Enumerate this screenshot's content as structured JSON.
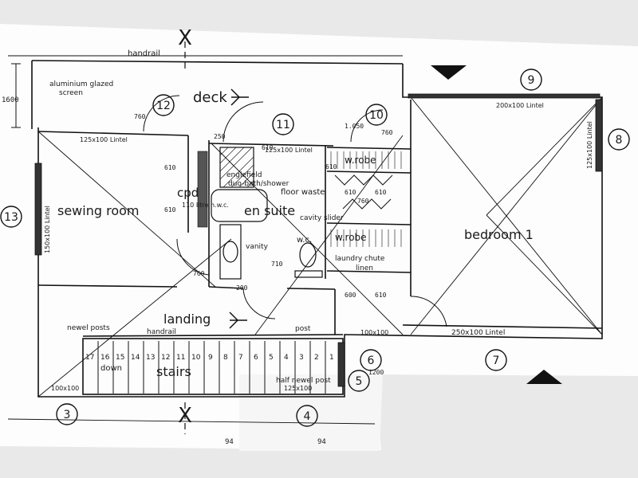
{
  "rooms": {
    "deck": "deck",
    "sewing_room": "sewing room",
    "en_suite": "en suite",
    "bedroom_1": "bedroom 1",
    "landing": "landing",
    "stairs": "stairs",
    "cpd": "cpd",
    "wc": "w.c."
  },
  "fixtures": {
    "wrobe_top": "w.robe",
    "wrobe_bottom": "w.robe",
    "shower": "duo-bath/shower",
    "shower_brand": "englefield",
    "floor_waste": "floor waste",
    "vanity": "vanity",
    "cavity_slider": "cavity slider",
    "laundry_chute": "laundry chute",
    "linen": "linen",
    "hwc": "110 litre h.w.c.",
    "alum_screen_1": "aluminium glazed",
    "alum_screen_2": "screen"
  },
  "annotations": {
    "handrail_top": "handrail",
    "handrail_stair": "handrail",
    "newel_posts": "newel posts",
    "half_newel": "half newel post",
    "post": "post",
    "down": "down",
    "lintel_top": "125x100 Lintel",
    "lintel_mid": "125x100 Lintel",
    "lintel_right": "200x100 Lintel",
    "lintel_right_vert": "125x100 Lintel",
    "lintel_left": "150x100 Lintel",
    "lintel_bottom": "250x100 Lintel",
    "lintel_stair": "125x100",
    "lintel_stair_left": "100x100",
    "lintel_small": "100x100"
  },
  "dimensions": {
    "d1600": "1600",
    "d760a": "760",
    "d760b": "760",
    "d760c": "760",
    "d760d": "760",
    "d1050": "1.050",
    "d250": "250",
    "d610a": "610",
    "d610b": "610",
    "d610c": "610",
    "d610d": "610",
    "d610e": "610",
    "d610f": "610",
    "d610g": "610",
    "d600": "600",
    "d710": "710",
    "d200": "200",
    "d1200": "1200",
    "d94a": "94",
    "d94b": "94"
  },
  "grid_markers": [
    "12",
    "11",
    "10",
    "9",
    "8",
    "13",
    "3",
    "4",
    "5",
    "6",
    "7"
  ],
  "section_marks": [
    "X",
    "X"
  ],
  "stair_numbers": [
    "17",
    "16",
    "15",
    "14",
    "13",
    "12",
    "11",
    "10",
    "9",
    "8",
    "7",
    "6",
    "5",
    "4",
    "3",
    "2",
    "1"
  ]
}
